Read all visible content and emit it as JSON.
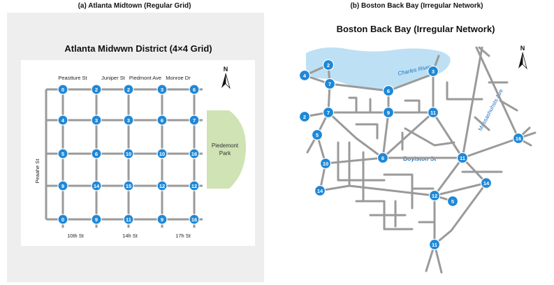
{
  "left_panel": {
    "caption": "(a) Atlanta Midtown (Regular Grid)",
    "title": "Atlanta Midwwn District (4×4 Grid)",
    "north": "N",
    "top_streets": [
      "Peastture St",
      "Juniper St",
      "Piedmont Ave",
      "Monroe Dr"
    ],
    "bottom_streets": [
      "10th St",
      "14h St",
      "17h St"
    ],
    "side_street": "Peaahe St",
    "park": [
      "Piedemont",
      "Park"
    ],
    "node_labels": [
      [
        "0",
        "2",
        "2",
        "3",
        "6"
      ],
      [
        "4",
        "3",
        "3",
        "6",
        "7"
      ],
      [
        "5",
        "6",
        "10",
        "10",
        "16"
      ],
      [
        "9",
        "14",
        "15",
        "12",
        "12"
      ],
      [
        "0",
        "9",
        "11",
        "9",
        "16"
      ]
    ]
  },
  "right_panel": {
    "caption": "(b) Boston Back Bay (Irregular Network)",
    "title": "Boston Back Bay (Irregular Network)",
    "north": "N",
    "street_labels": {
      "river": "Charles River",
      "avenue": "Massashuhsts Ave",
      "boylston": "Boylston St"
    },
    "nodes": [
      {
        "label": "2"
      },
      {
        "label": "4"
      },
      {
        "label": "7"
      },
      {
        "label": "3"
      },
      {
        "label": "6"
      },
      {
        "label": "7"
      },
      {
        "label": "9"
      },
      {
        "label": "11"
      },
      {
        "label": "2"
      },
      {
        "label": "5"
      },
      {
        "label": "6"
      },
      {
        "label": "11"
      },
      {
        "label": "16"
      },
      {
        "label": "10"
      },
      {
        "label": "14"
      },
      {
        "label": "14"
      },
      {
        "label": "12"
      },
      {
        "label": "5"
      },
      {
        "label": "11"
      }
    ]
  },
  "colors": {
    "node": "#1e88d8",
    "road": "#9a9a9a",
    "park": "#cfe3b4",
    "river": "#bde0f4",
    "road_label": "#1e73c0"
  }
}
